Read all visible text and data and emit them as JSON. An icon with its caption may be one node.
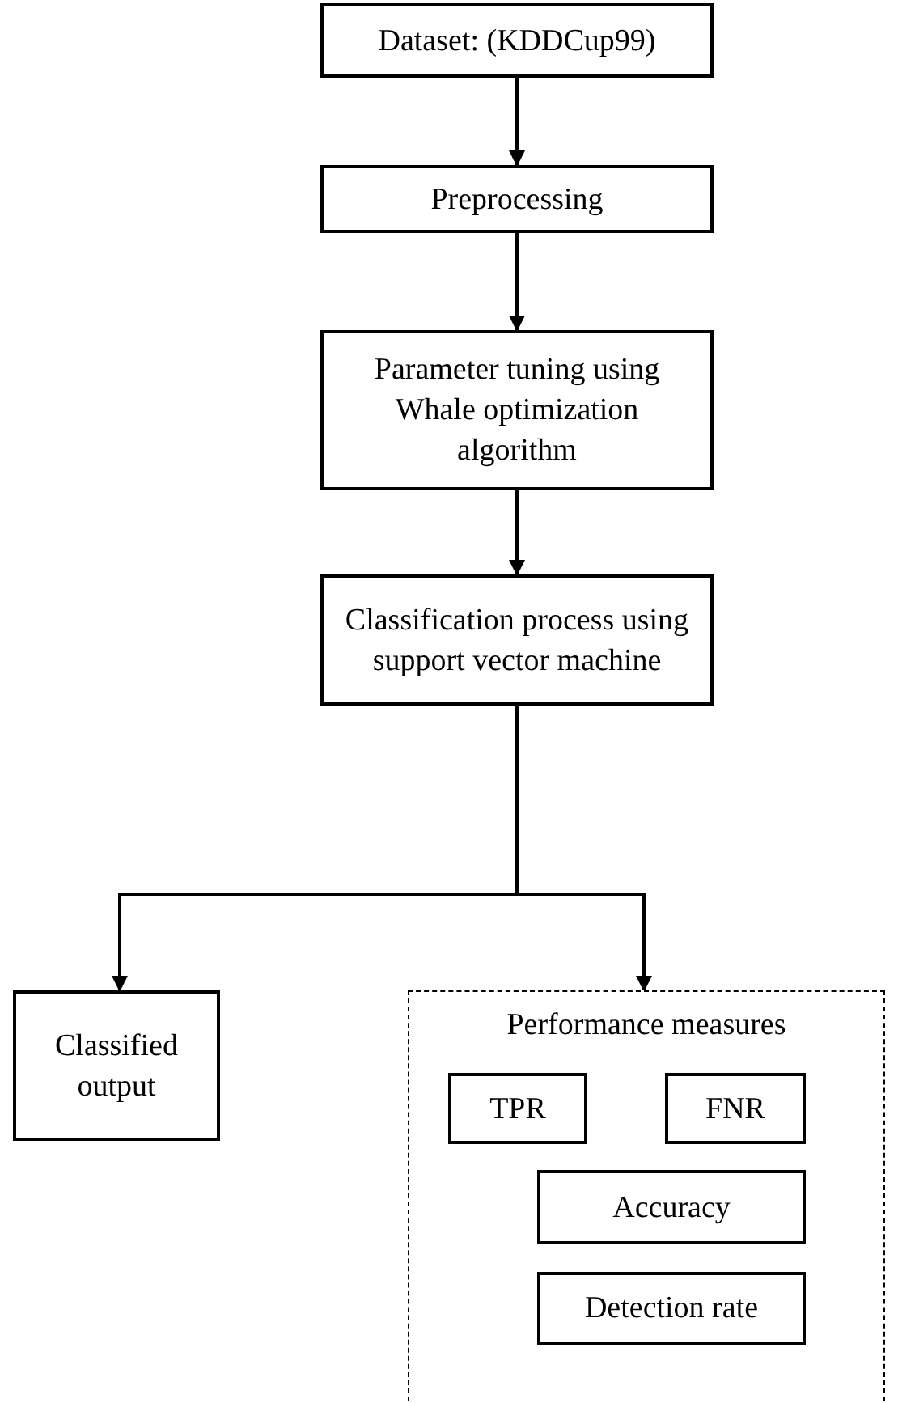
{
  "diagram": {
    "nodes": [
      {
        "text": [
          "Dataset: (KDDCup99)"
        ]
      },
      {
        "text": [
          "Preprocessing"
        ]
      },
      {
        "text": [
          "Parameter tuning using Whale optimization algorithm"
        ]
      },
      {
        "text": [
          "Classification process using support vector machine"
        ]
      },
      {
        "text": [
          "Classified output"
        ]
      },
      {
        "text": [
          "Performance measures"
        ]
      },
      {
        "text": [
          "TPR"
        ],
        "in": 5
      },
      {
        "text": [
          "FNR"
        ],
        "in": 5
      },
      {
        "text": [
          "Accuracy"
        ],
        "in": 5
      },
      {
        "text": [
          "Detection rate"
        ],
        "in": 5
      }
    ],
    "edges": [
      {
        "from": 0,
        "to": 1,
        "arrow": "to"
      },
      {
        "from": 1,
        "to": 2,
        "arrow": "to"
      },
      {
        "from": 2,
        "to": 3,
        "arrow": "to"
      },
      {
        "from": 3,
        "to": 4,
        "arrow": "to"
      },
      {
        "from": 3,
        "to": 5,
        "arrow": "to"
      }
    ]
  }
}
